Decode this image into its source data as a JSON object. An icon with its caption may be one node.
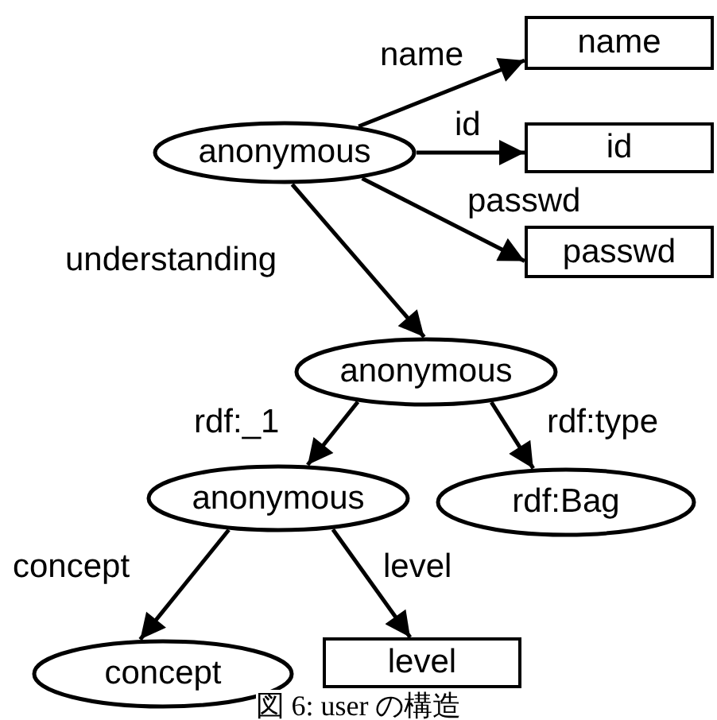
{
  "diagram": {
    "caption": "図 6: user の構造",
    "nodes": [
      {
        "text": [
          "anonymous"
        ]
      },
      {
        "text": [
          "name"
        ]
      },
      {
        "text": [
          "id"
        ]
      },
      {
        "text": [
          "passwd"
        ]
      },
      {
        "text": [
          "anonymous"
        ]
      },
      {
        "text": [
          "anonymous"
        ]
      },
      {
        "text": [
          "rdf:Bag"
        ]
      },
      {
        "text": [
          "concept"
        ]
      },
      {
        "text": [
          "level"
        ]
      }
    ],
    "edges": [
      {
        "from": 0,
        "to": 1,
        "arrow": "to",
        "label": "name"
      },
      {
        "from": 0,
        "to": 2,
        "arrow": "to",
        "label": "id"
      },
      {
        "from": 0,
        "to": 3,
        "arrow": "to",
        "label": "passwd"
      },
      {
        "from": 0,
        "to": 4,
        "arrow": "to",
        "label": "understanding"
      },
      {
        "from": 4,
        "to": 5,
        "arrow": "to",
        "label": "rdf:_1"
      },
      {
        "from": 4,
        "to": 6,
        "arrow": "to",
        "label": "rdf:type"
      },
      {
        "from": 5,
        "to": 7,
        "arrow": "to",
        "label": "concept"
      },
      {
        "from": 5,
        "to": 8,
        "arrow": "to",
        "label": "level"
      }
    ]
  }
}
